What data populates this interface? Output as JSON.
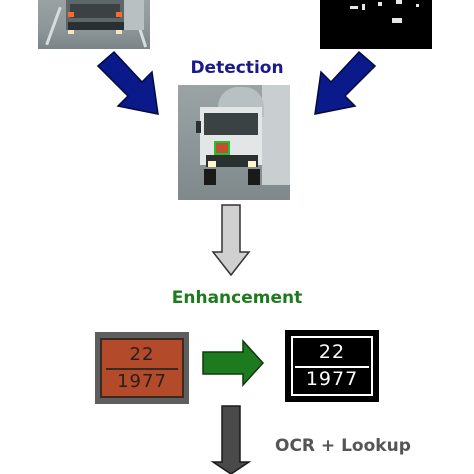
{
  "steps": {
    "detection": "Detection",
    "enhancement": "Enhancement",
    "ocr": "OCR + Lookup"
  },
  "plate": {
    "original_line1": "22",
    "original_line2": "1977",
    "enhanced_line1": "22",
    "enhanced_line2": "1977"
  },
  "colors": {
    "detection_label": "#1a1a8c",
    "enhancement_label": "#1f7a1f",
    "ocr_label": "#555555",
    "detection_arrows": "#0a1a8a",
    "down_arrow_light": "#d0d0d0",
    "enhancement_arrow": "#1e7a1e",
    "ocr_arrow": "#4a4a4a"
  }
}
